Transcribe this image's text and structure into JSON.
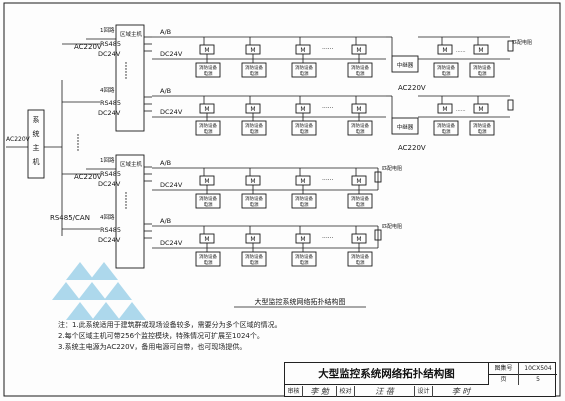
{
  "host": {
    "label": "系统主机",
    "power": "AC220V",
    "bus": "RS485/CAN"
  },
  "controller": {
    "ports": {
      "ab": "A/B",
      "rs485": "RS485",
      "dc24": "DC24V"
    },
    "loop_first": "1回路",
    "loop_last": "4回路",
    "zone_label": "区域主机",
    "power": "AC220V"
  },
  "line_labels": {
    "ab": "A/B",
    "dc24": "DC24V"
  },
  "module": {
    "m": "M",
    "psu": "消防设备电源"
  },
  "repeater": {
    "label": "中继器",
    "power": "AC220V"
  },
  "terminal_resistor": "匹配电阻",
  "ellipsis": "......",
  "diagram_caption": "大型监控系统网络拓扑结构图",
  "notes": [
    "注：1.此系统适用于建筑群或现场设备较多，需要分为多个区域的情况。",
    "2.每个区域主机可带256个监控模块，特殊情况可扩展至1024个。",
    "3.系统主电源为AC220V，备用电源可自带，也可现场提供。"
  ],
  "title_block": {
    "title": "大型监控系统网络拓扑结构图",
    "atlas_label": "图集号",
    "atlas_no": "10CX504",
    "review_label": "审核",
    "review_name": "李 勉",
    "check_label": "校对",
    "check_name": "汪 蓓",
    "design_label": "设计",
    "design_name": "李 时",
    "page_label": "页",
    "page_no": "5"
  }
}
